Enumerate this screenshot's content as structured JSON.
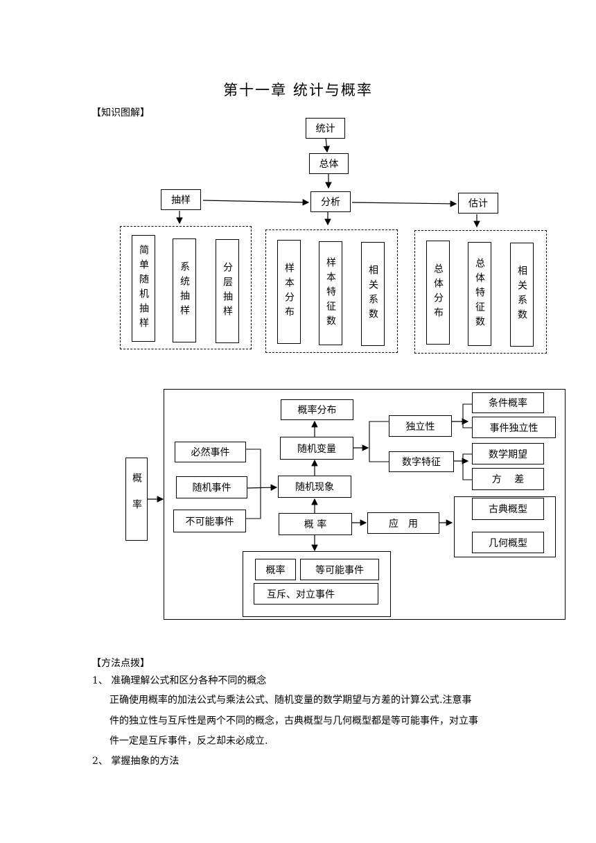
{
  "title": "第十一章  统计与概率",
  "section_diagram": "【知识图解】",
  "stats_diagram": {
    "top": "统计",
    "population": "总体",
    "sampling": "抽样",
    "analysis": "分析",
    "estimate": "估计",
    "sampling_methods": [
      "简单随机抽样",
      "系统抽样",
      "分层抽样"
    ],
    "analysis_items": [
      "样本分布",
      "样本特征数",
      "相关系数"
    ],
    "estimate_items": [
      "总体分布",
      "总体特征数",
      "相关系数"
    ]
  },
  "prob_diagram": {
    "probability": "概率",
    "events": [
      "必然事件",
      "随机事件",
      "不可能事件"
    ],
    "random_phenomenon": "随机现象",
    "random_variable": "随机变量",
    "prob_distribution": "概率分布",
    "independence": "独立性",
    "conditional_probability": "条件概率",
    "event_independence": "事件独立性",
    "numeric_features": "数字特征",
    "expectation": "数学期望",
    "variance": "方　 差",
    "prob_center": "概  率",
    "application": "应　用",
    "classical_model": "古典概型",
    "geometric_model": "几何概型",
    "prob_small": "概率",
    "equally_likely": "等可能事件",
    "mutually_exclusive": "互斥、对立事件"
  },
  "section_methods": "【方法点拨】",
  "methods": [
    {
      "heading": "1、 准确理解公式和区分各种不同的概念",
      "lines": [
        "正确使用概率的加法公式与乘法公式、随机变量的数学期望与方差的计算公式.注意事",
        "件的独立性与互斥性是两个不同的概念，古典概型与几何概型都是等可能事件，对立事",
        "件一定是互斥事件，反之却未必成立."
      ]
    },
    {
      "heading": "2、 掌握抽象的方法",
      "lines": []
    }
  ]
}
